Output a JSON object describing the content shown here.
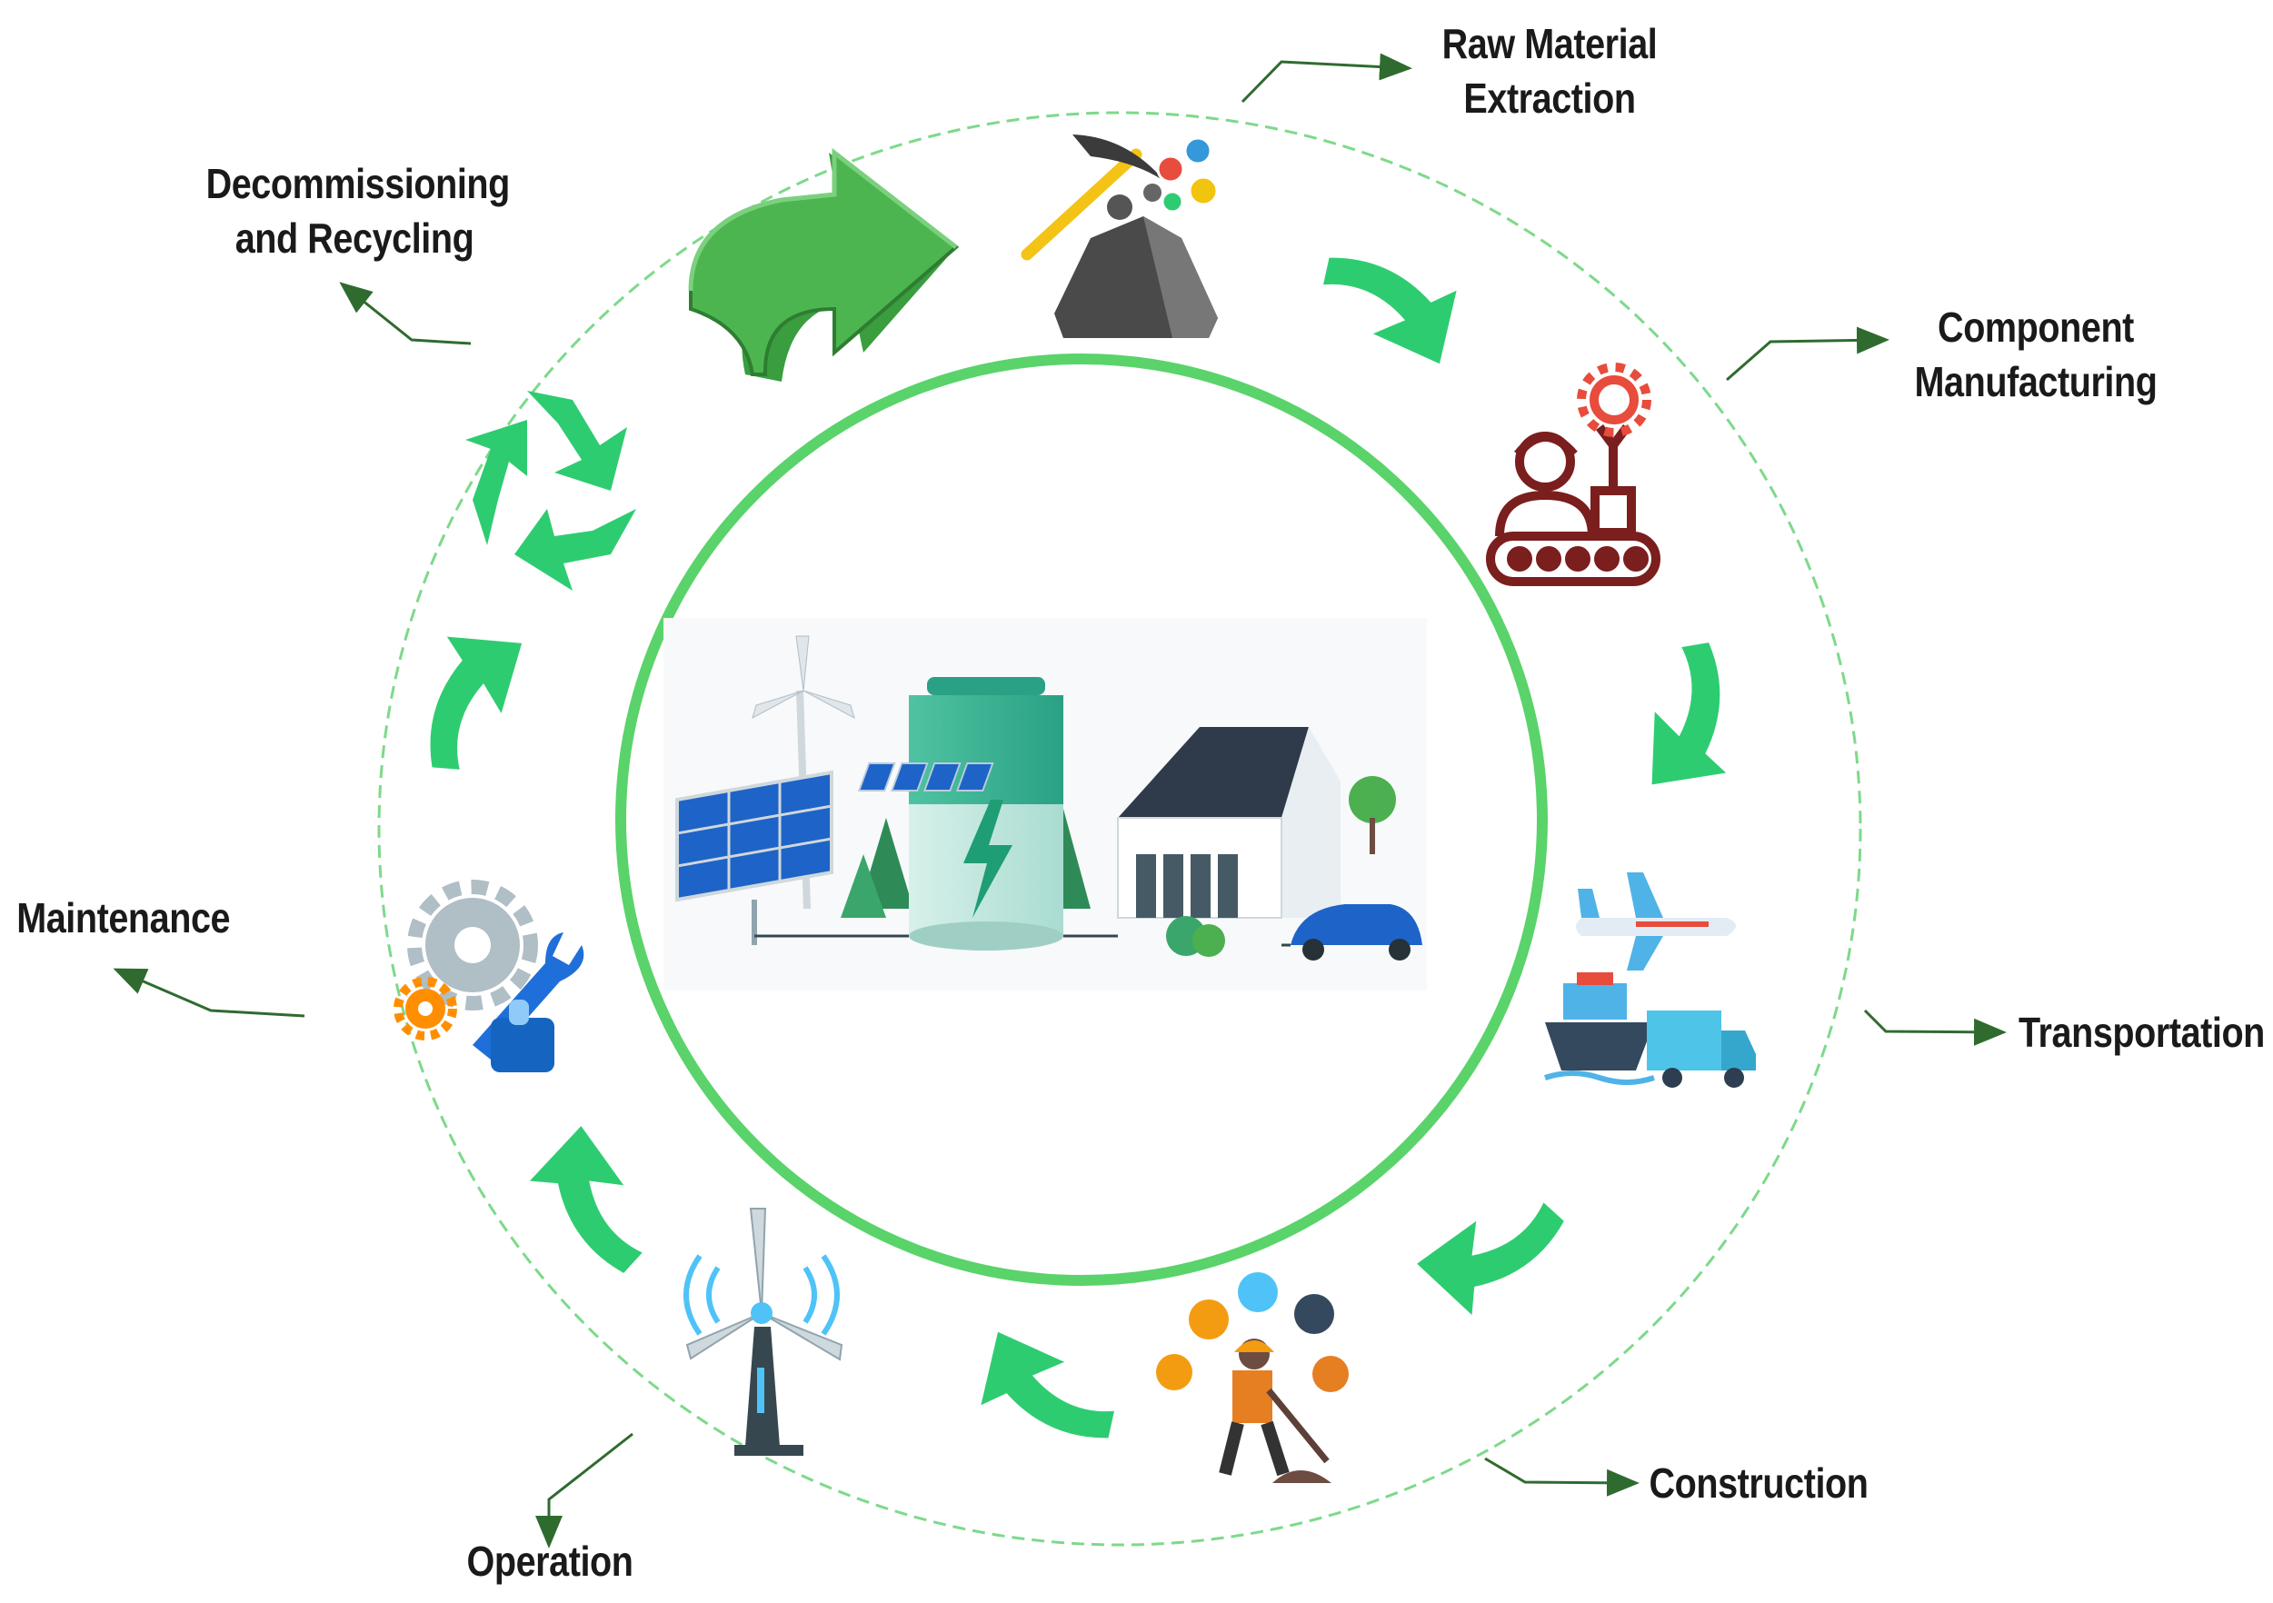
{
  "diagram": {
    "stages": [
      {
        "id": "raw",
        "lines": [
          "Raw Material",
          "Extraction"
        ],
        "icon": "pickaxe-ore-icon"
      },
      {
        "id": "manufacturing",
        "lines": [
          "Component",
          "Manufacturing"
        ],
        "icon": "factory-worker-robot-icon"
      },
      {
        "id": "transport",
        "lines": [
          "Transportation"
        ],
        "icon": "plane-ship-truck-icon"
      },
      {
        "id": "construction",
        "lines": [
          "Construction"
        ],
        "icon": "construction-worker-icon"
      },
      {
        "id": "operation",
        "lines": [
          "Operation"
        ],
        "icon": "wind-turbine-icon"
      },
      {
        "id": "maintenance",
        "lines": [
          "Maintenance"
        ],
        "icon": "gear-wrench-icon"
      },
      {
        "id": "recycling",
        "lines": [
          "Decommissioning",
          "and Recycling"
        ],
        "icon": "recycle-icon"
      }
    ],
    "center_icon": "renewable-energy-storage-icon",
    "colors": {
      "flow_arrow": "#2ecc71",
      "inner_ring": "#5ad36a",
      "outer_ring": "#7ed98a",
      "leader_line": "#2f6b2f"
    }
  }
}
